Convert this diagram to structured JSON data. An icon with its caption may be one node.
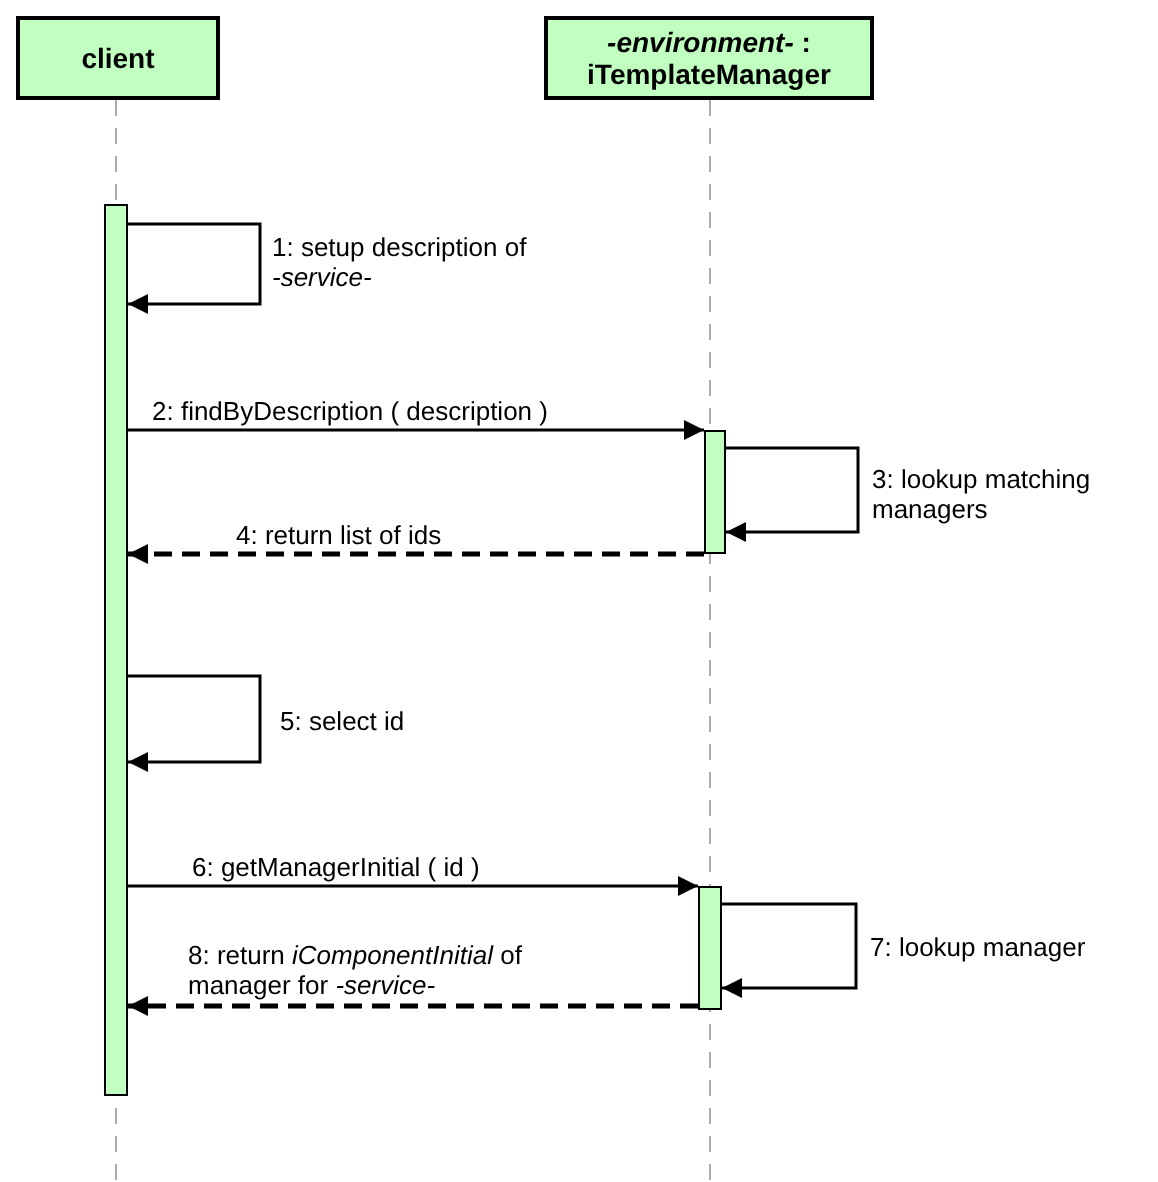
{
  "diagram": {
    "nodes": [
      {
        "text": [
          "client"
        ]
      },
      {
        "text": [
          "*-environment-* : iTemplateManager"
        ]
      },
      {
        "text": [],
        "shape": "bar"
      },
      {
        "text": [],
        "shape": "bar"
      },
      {
        "text": [],
        "shape": "bar"
      }
    ],
    "edges": [
      {
        "from": 2,
        "to": 2,
        "arrow": "to",
        "label": "1: setup description of *-service-*"
      },
      {
        "from": 2,
        "to": 3,
        "arrow": "to",
        "label": "2: findByDescription ( description )"
      },
      {
        "from": 3,
        "to": 3,
        "arrow": "to",
        "label": "3: lookup matching managers"
      },
      {
        "from": 3,
        "to": 2,
        "arrow": "to",
        "label": "4: return list of ids",
        "style": "dashed"
      },
      {
        "from": 2,
        "to": 2,
        "arrow": "to",
        "label": "5: select id"
      },
      {
        "from": 2,
        "to": 4,
        "arrow": "to",
        "label": "6: getManagerInitial ( id )"
      },
      {
        "from": 4,
        "to": 4,
        "arrow": "to",
        "label": "7: lookup manager"
      },
      {
        "from": 4,
        "to": 2,
        "arrow": "to",
        "label": "8: return *iComponentInitial* of manager for *-service-*",
        "style": "dashed"
      }
    ]
  }
}
